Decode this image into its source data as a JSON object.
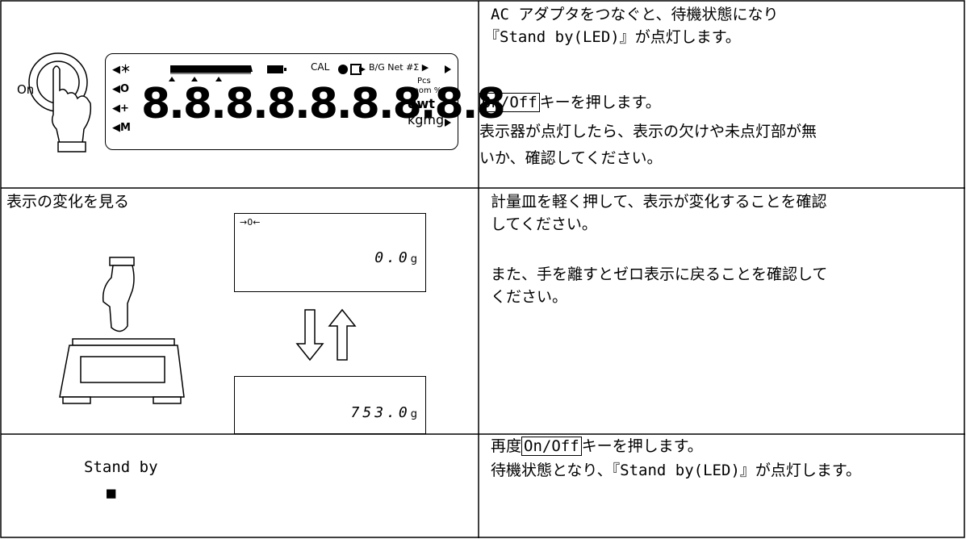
{
  "rows": [
    {
      "lcd": {
        "left_symbols": [
          "◀＊",
          "◀O",
          "◀+",
          "◀M"
        ],
        "status_left": "CAL",
        "status_right": "B/G Net #Σ ▶",
        "units": [
          "Pcs",
          "mom %",
          "dwt",
          "kgmg"
        ],
        "digits": "8.8.8.8.8.8.8.8.8"
      },
      "on_label": "On",
      "text": {
        "line1": "AC アダプタをつなぐと、待機状態になり",
        "line2": "『Stand by(LED)』が点灯します。",
        "key": "On/Off",
        "line3_suffix": "キーを押します。",
        "line4": "表示器が点灯したら、表示の欠けや未点灯部が無",
        "line5": "いか、確認してください。"
      }
    },
    {
      "heading": "表示の変化を見る",
      "display_top": {
        "indicator": "→0←",
        "value": "0.0",
        "unit": "g"
      },
      "display_bottom": {
        "value": "753.0",
        "unit": "g"
      },
      "text": {
        "line1": "計量皿を軽く押して、表示が変化することを確認",
        "line2": "してください。",
        "line3": "また、手を離すとゼロ表示に戻ることを確認して",
        "line4": "ください。"
      }
    },
    {
      "standby_label": "Stand by",
      "standby_mark": "■",
      "text": {
        "prefix": "再度",
        "key": "On/Off",
        "line1_suffix": "キーを押します。",
        "line2": "待機状態となり、『Stand by(LED)』が点灯します。"
      }
    }
  ]
}
